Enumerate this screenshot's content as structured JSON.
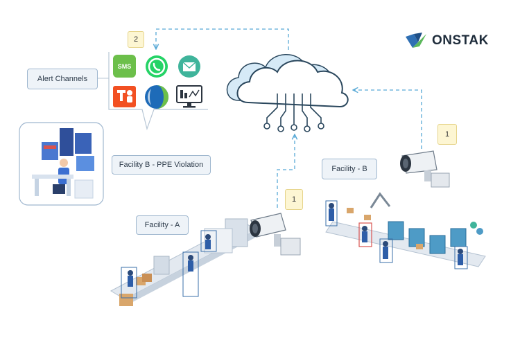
{
  "logo": {
    "text": "ONSTAK"
  },
  "labels": {
    "alert_channels": "Alert Channels",
    "facility_b_violation": "Facility B - PPE Violation",
    "facility_a": "Facility - A",
    "facility_b": "Facility - B"
  },
  "badges": {
    "step_alert": "2",
    "step_a": "1",
    "step_b": "1"
  },
  "channels": [
    {
      "icon": "sms-icon",
      "text": "SMS"
    },
    {
      "icon": "whatsapp-icon"
    },
    {
      "icon": "email-icon"
    },
    {
      "icon": "teams-icon"
    },
    {
      "icon": "webex-icon"
    },
    {
      "icon": "monitor-dashboard-icon"
    }
  ],
  "colors": {
    "dash_line": "#58a9d6",
    "cloud_blue": "#c5e0f2",
    "cloud_stroke": "#29465c",
    "detect_box": "#3a6fa8",
    "violation_box": "#d9534f",
    "sms_green": "#6cbf4a",
    "whatsapp_green": "#25d366",
    "email_teal": "#3fb49b",
    "teams_orange": "#f25022"
  }
}
